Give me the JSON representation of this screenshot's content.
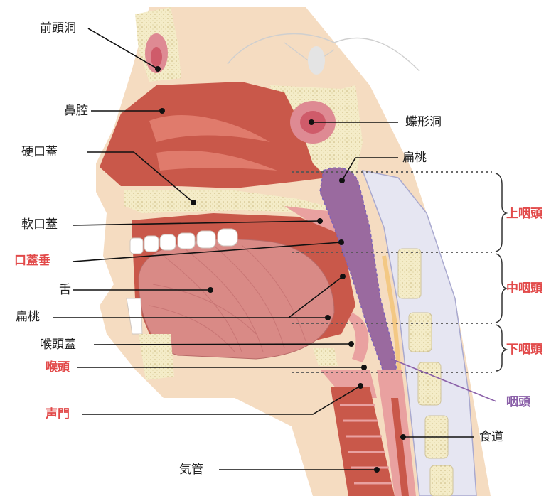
{
  "labels": {
    "frontal_sinus": "前頭洞",
    "nasal_cavity": "鼻腔",
    "hard_palate": "硬口蓋",
    "soft_palate": "軟口蓋",
    "uvula": "口蓋垂",
    "tongue": "舌",
    "tonsil_left": "扁桃",
    "epiglottis": "喉頭蓋",
    "larynx": "喉頭",
    "vocal_cords": "声門",
    "trachea": "気管",
    "sphenoid_sinus": "蝶形洞",
    "tonsil_right": "扁桃",
    "nasopharynx": "上咽頭",
    "oropharynx": "中咽頭",
    "hypopharynx": "下咽頭",
    "pharynx": "咽頭",
    "esophagus": "食道"
  },
  "colors": {
    "skin": "#f5dcc1",
    "bone": "#f4ecc8",
    "mucosa": "#c9584a",
    "tongue": "#d98a86",
    "pharynx": "#9a6a9f",
    "red_label": "#e24a4a",
    "purple_label": "#8a5fa8"
  }
}
